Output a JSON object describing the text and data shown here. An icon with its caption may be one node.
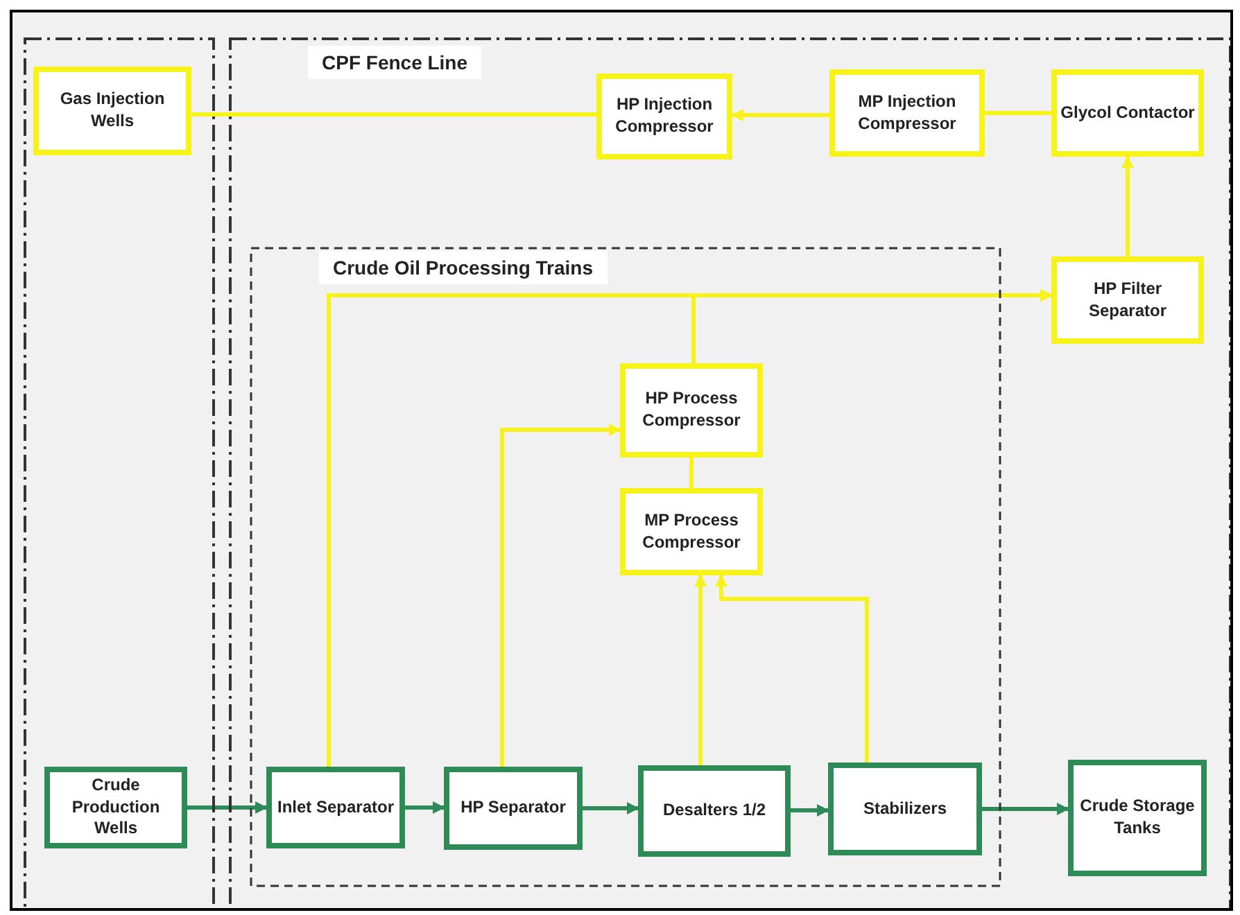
{
  "diagram": {
    "nodes": [
      {
        "text": [],
        "shape": "box"
      },
      {
        "text": [
          "Gas Injection Wells"
        ],
        "in": 0
      },
      {
        "text": [
          "Crude Production Wells"
        ],
        "in": 0
      },
      {
        "text": [
          "CPF Fence Line"
        ]
      },
      {
        "text": [
          "HP Injection Compressor"
        ],
        "in": 3
      },
      {
        "text": [
          "MP Injection Compressor"
        ],
        "in": 3
      },
      {
        "text": [
          "Glycol Contactor"
        ],
        "in": 3
      },
      {
        "text": [
          "HP Filter Separator"
        ],
        "in": 3
      },
      {
        "text": [
          "Crude Oil Processing Trains"
        ],
        "in": 3
      },
      {
        "text": [
          "HP Process Compressor"
        ],
        "in": 8
      },
      {
        "text": [
          "MP Process Compressor"
        ],
        "in": 8
      },
      {
        "text": [
          "Inlet Separator"
        ],
        "in": 8
      },
      {
        "text": [
          "HP Separator"
        ],
        "in": 8
      },
      {
        "text": [
          "Desalters 1/2"
        ],
        "in": 8
      },
      {
        "text": [
          "Stabilizers"
        ],
        "in": 8
      },
      {
        "text": [
          "Crude Storage Tanks"
        ],
        "in": 3
      }
    ],
    "edges": [
      {
        "from": 1,
        "to": 4,
        "arrow": "none"
      },
      {
        "from": 5,
        "to": 4,
        "arrow": "to"
      },
      {
        "from": 6,
        "to": 5,
        "arrow": "none"
      },
      {
        "from": 7,
        "to": 6,
        "arrow": "to"
      },
      {
        "from": 11,
        "to": 7,
        "arrow": "to"
      },
      {
        "from": 9,
        "to": 7,
        "arrow": "to"
      },
      {
        "from": 12,
        "to": 9,
        "arrow": "to"
      },
      {
        "from": 10,
        "to": 9,
        "arrow": "none"
      },
      {
        "from": 13,
        "to": 10,
        "arrow": "to"
      },
      {
        "from": 14,
        "to": 10,
        "arrow": "to"
      },
      {
        "from": 2,
        "to": 11,
        "arrow": "to",
        "color": "#2e8b57"
      },
      {
        "from": 11,
        "to": 12,
        "arrow": "to",
        "color": "#2e8b57"
      },
      {
        "from": 12,
        "to": 13,
        "arrow": "to",
        "color": "#2e8b57"
      },
      {
        "from": 13,
        "to": 14,
        "arrow": "to",
        "color": "#2e8b57"
      },
      {
        "from": 14,
        "to": 15,
        "arrow": "to",
        "color": "#2e8b57"
      }
    ]
  }
}
